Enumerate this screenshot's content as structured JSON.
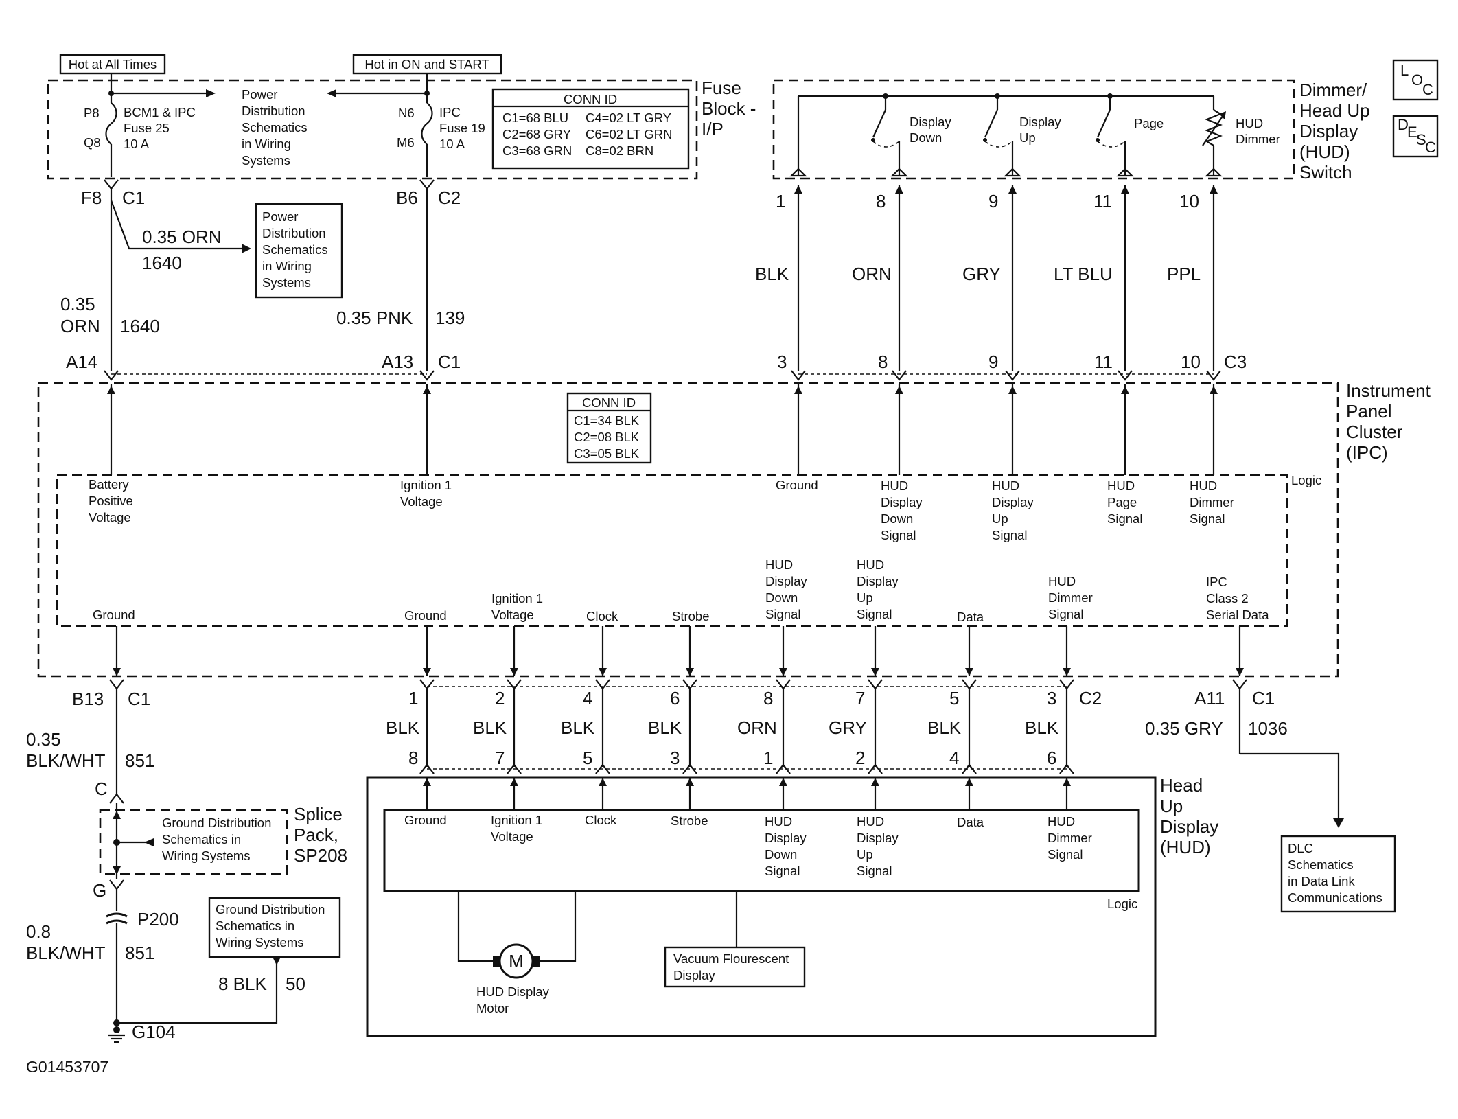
{
  "fuse_block": {
    "hot_at_all_times": "Hot at All Times",
    "hot_in_on_start": "Hot in ON and START",
    "title": [
      "Fuse",
      "Block -",
      "I/P"
    ],
    "fuse25": {
      "top_pin": "P8",
      "bottom_pin": "Q8",
      "lines": [
        "BCM1 & IPC",
        "Fuse 25",
        "10 A"
      ]
    },
    "fuse19": {
      "top_pin": "N6",
      "bottom_pin": "M6",
      "lines": [
        "IPC",
        "Fuse 19",
        "10 A"
      ]
    },
    "power_dist_text": [
      "Power",
      "Distribution",
      "Schematics",
      "in Wiring",
      "Systems"
    ],
    "conn_id": {
      "title": "CONN ID",
      "rows": [
        [
          "C1=68 BLU",
          "C4=02 LT GRY"
        ],
        [
          "C2=68 GRY",
          "C6=02 LT GRN"
        ],
        [
          "C3=68 GRN",
          "C8=02 BRN"
        ]
      ]
    }
  },
  "fuse_outputs": {
    "left": {
      "pin": "F8",
      "conn": "C1"
    },
    "right": {
      "pin": "B6",
      "conn": "C2"
    }
  },
  "branch": {
    "wire": "0.35 ORN",
    "circuit": "1640",
    "box": [
      "Power",
      "Distribution",
      "Schematics",
      "in Wiring",
      "Systems"
    ]
  },
  "wire_left": {
    "gauge": "0.35",
    "color": "ORN",
    "circuit": "1640"
  },
  "wire_mid": {
    "label": "0.35 PNK",
    "circuit": "139"
  },
  "ipc_top_pins": {
    "a14": "A14",
    "a13": "A13",
    "a13_conn": "C1",
    "pins": [
      "3",
      "8",
      "9",
      "11",
      "10"
    ],
    "conn": "C3"
  },
  "dimmer_switch": {
    "title": [
      "Dimmer/",
      "Head Up",
      "Display",
      "(HUD)",
      "Switch"
    ],
    "switches": [
      [
        "Display",
        "Down"
      ],
      [
        "Display",
        "Up"
      ],
      [
        "Page"
      ],
      [
        "HUD",
        "Dimmer"
      ]
    ],
    "pins": [
      "1",
      "8",
      "9",
      "11",
      "10"
    ],
    "colors": [
      "BLK",
      "ORN",
      "GRY",
      "LT BLU",
      "PPL"
    ]
  },
  "legend_icons": {
    "loc": {
      "l": "L",
      "o": "O",
      "c": "C"
    },
    "desc": {
      "d": "D",
      "e": "E",
      "s": "S",
      "c": "C"
    }
  },
  "ipc": {
    "title": [
      "Instrument",
      "Panel",
      "Cluster",
      "(IPC)"
    ],
    "logic": "Logic",
    "conn_id": {
      "title": "CONN ID",
      "rows": [
        "C1=34 BLK",
        "C2=08 BLK",
        "C3=05 BLK"
      ]
    },
    "top_labels": [
      [
        "Battery",
        "Positive",
        "Voltage"
      ],
      [
        "Ignition 1",
        "Voltage"
      ],
      [
        "Ground"
      ],
      [
        "HUD",
        "Display",
        "Down",
        "Signal"
      ],
      [
        "HUD",
        "Display",
        "Up",
        "Signal"
      ],
      [
        "HUD",
        "Page",
        "Signal"
      ],
      [
        "HUD",
        "Dimmer",
        "Signal"
      ]
    ],
    "bottom_labels": [
      [
        "Ground"
      ],
      [
        "Ground"
      ],
      [
        "Ignition 1",
        "Voltage"
      ],
      [
        "Clock"
      ],
      [
        "Strobe"
      ],
      [
        "HUD",
        "Display",
        "Down",
        "Signal"
      ],
      [
        "HUD",
        "Display",
        "Up",
        "Signal"
      ],
      [
        "Data"
      ],
      [
        "HUD",
        "Dimmer",
        "Signal"
      ],
      [
        "IPC",
        "Class 2",
        "Serial Data"
      ]
    ]
  },
  "ground_path": {
    "b13": "B13",
    "conn": "C1",
    "wire1": {
      "gauge": "0.35",
      "color": "BLK/WHT",
      "circuit": "851"
    },
    "c": "C",
    "splice_box": [
      "Ground Distribution",
      "Schematics in",
      "Wiring Systems"
    ],
    "splice_title": [
      "Splice",
      "Pack,",
      "SP208"
    ],
    "g": "G",
    "p200": "P200",
    "wire2": {
      "gauge": "0.8",
      "color": "BLK/WHT",
      "circuit": "851"
    },
    "ground_box": [
      "Ground Distribution",
      "Schematics in",
      "Wiring Systems"
    ],
    "blk_wire": "8 BLK",
    "blk_circuit": "50",
    "g104": "G104"
  },
  "c2": {
    "top_pins": [
      "1",
      "2",
      "4",
      "6",
      "8",
      "7",
      "5",
      "3"
    ],
    "conn": "C2",
    "colors": [
      "BLK",
      "BLK",
      "BLK",
      "BLK",
      "ORN",
      "GRY",
      "BLK",
      "BLK"
    ],
    "bottom_pins": [
      "8",
      "7",
      "5",
      "3",
      "1",
      "2",
      "4",
      "6"
    ]
  },
  "a11": {
    "pin": "A11",
    "conn": "C1",
    "wire": "0.35 GRY",
    "circuit": "1036"
  },
  "hud": {
    "title": [
      "Head",
      "Up",
      "Display",
      "(HUD)"
    ],
    "labels": [
      [
        "Ground"
      ],
      [
        "Ignition 1",
        "Voltage"
      ],
      [
        "Clock"
      ],
      [
        "Strobe"
      ],
      [
        "HUD",
        "Display",
        "Down",
        "Signal"
      ],
      [
        "HUD",
        "Display",
        "Up",
        "Signal"
      ],
      [
        "Data"
      ],
      [
        "HUD",
        "Dimmer",
        "Signal"
      ]
    ],
    "logic": "Logic",
    "motor_symbol": "M",
    "motor": [
      "HUD Display",
      "Motor"
    ],
    "vfd": [
      "Vacuum Flourescent",
      "Display"
    ]
  },
  "dlc": [
    "DLC",
    "Schematics",
    "in Data Link",
    "Communications"
  ],
  "figure_id": "G01453707"
}
